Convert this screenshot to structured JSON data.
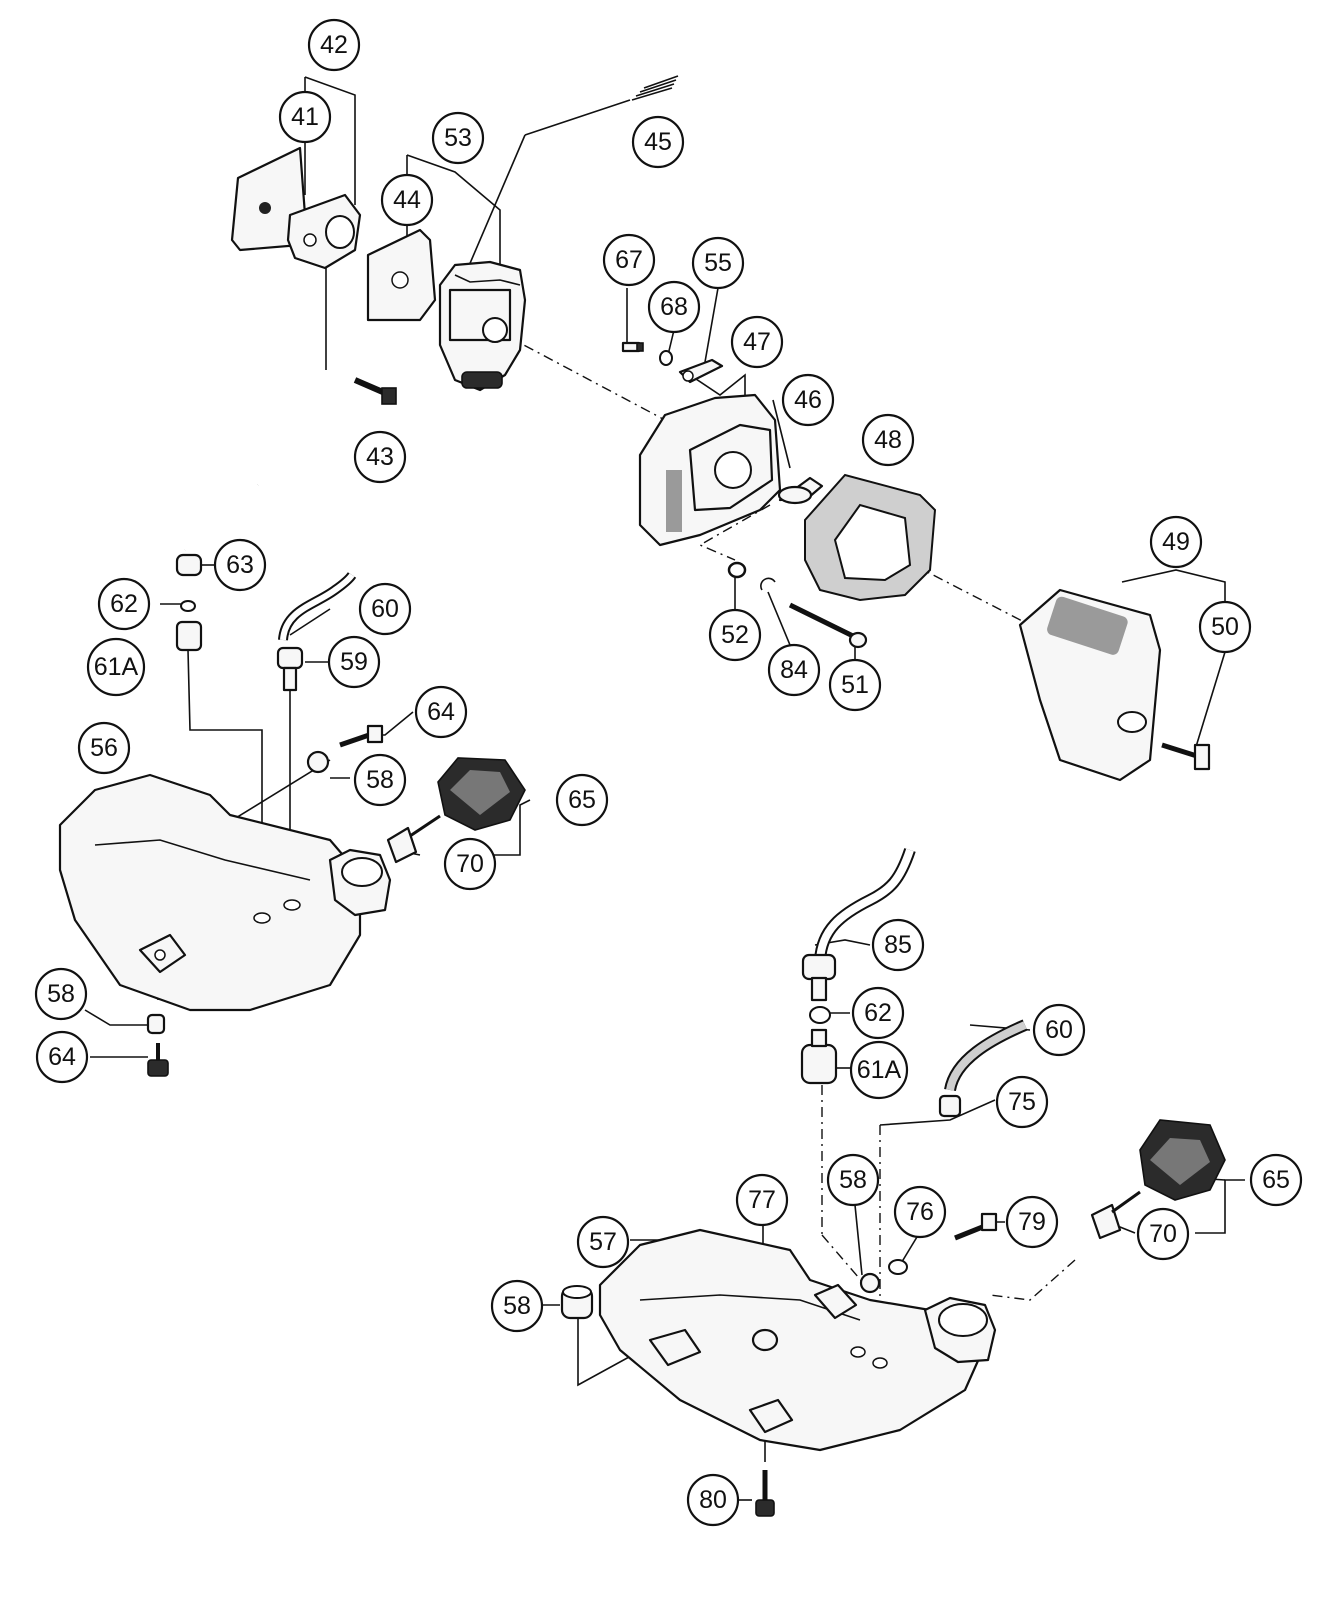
{
  "labels": {
    "p42": "42",
    "p41": "41",
    "p53": "53",
    "p45": "45",
    "p44": "44",
    "p43": "43",
    "p67": "67",
    "p68": "68",
    "p55": "55",
    "p47": "47",
    "p46": "46",
    "p48": "48",
    "p49": "49",
    "p50": "50",
    "p52": "52",
    "p84": "84",
    "p51": "51",
    "p63": "63",
    "p62a": "62",
    "p61a": "61A",
    "p60a": "60",
    "p59": "59",
    "p64a": "64",
    "p56": "56",
    "p58a": "58",
    "p65a": "65",
    "p70a": "70",
    "p58b": "58",
    "p64b": "64",
    "p85": "85",
    "p62b": "62",
    "p60b": "60",
    "p61b": "61A",
    "p75": "75",
    "p77": "77",
    "p58c": "58",
    "p76": "76",
    "p79": "79",
    "p65b": "65",
    "p70b": "70",
    "p57": "57",
    "p58d": "58",
    "p80": "80"
  }
}
